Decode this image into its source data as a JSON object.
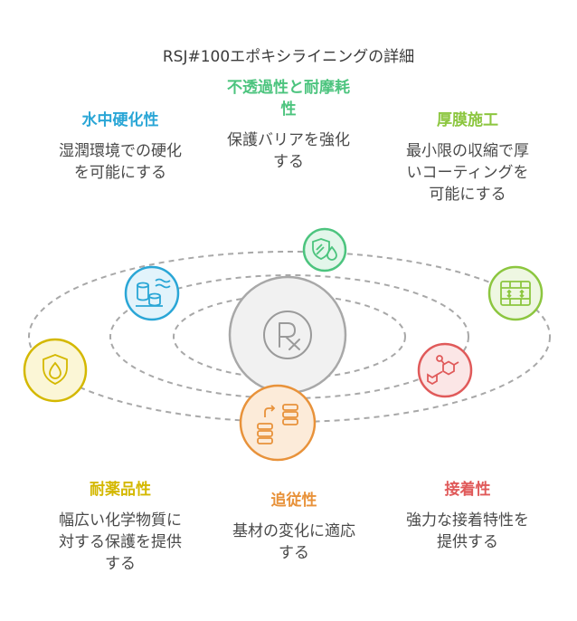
{
  "title": "RSJ#100エポキシライニングの詳細",
  "center": {
    "icon": "rx-prescription-icon"
  },
  "features": [
    {
      "id": "underwater",
      "title": "水中硬化性",
      "desc": [
        "湿潤環境での硬化",
        "を可能にする"
      ],
      "color": "#2aa6d6",
      "icon": "underwater-barrels-icon"
    },
    {
      "id": "impermeable",
      "title": [
        "不透過性と耐摩耗",
        "性"
      ],
      "desc": [
        "保護バリアを強化",
        "する"
      ],
      "color": "#4cc47e",
      "icon": "shield-drop-icon"
    },
    {
      "id": "thickfilm",
      "title": "厚膜施工",
      "desc": [
        "最小限の収縮で厚",
        "いコーティングを",
        "可能にする"
      ],
      "color": "#8cc63f",
      "icon": "layer-table-icon"
    },
    {
      "id": "chemical",
      "title": "耐薬品性",
      "desc": [
        "幅広い化学物質に",
        "対する保護を提供",
        "する"
      ],
      "color": "#d4b800",
      "icon": "shield-drop-icon"
    },
    {
      "id": "conform",
      "title": "追従性",
      "desc": [
        "基材の変化に適応",
        "する"
      ],
      "color": "#e8923a",
      "icon": "database-swap-icon"
    },
    {
      "id": "adhesion",
      "title": "接着性",
      "desc": [
        "強力な接着特性を",
        "提供する"
      ],
      "color": "#e05a5a",
      "icon": "molecule-icon"
    }
  ]
}
